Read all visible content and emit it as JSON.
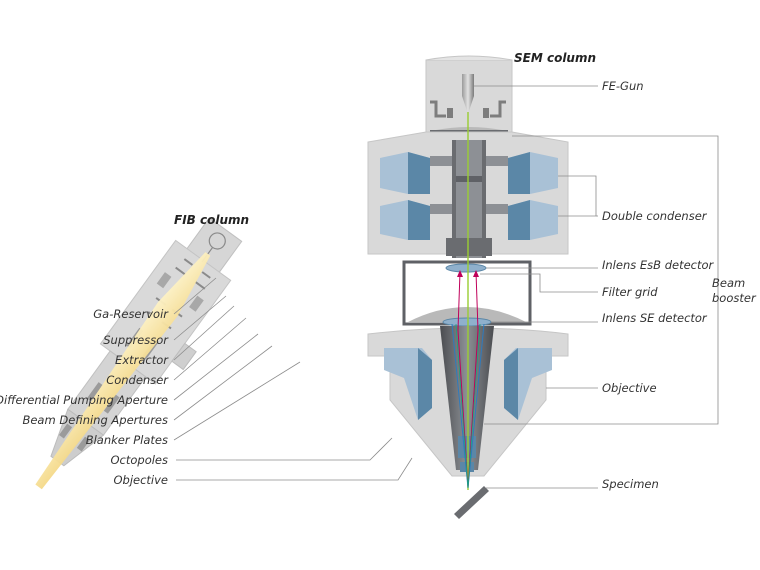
{
  "titles": {
    "sem": "SEM column",
    "fib": "FIB column"
  },
  "sem_labels": {
    "fe_gun": "FE-Gun",
    "double_condenser": "Double condenser",
    "inlens_esb": "Inlens EsB detector",
    "filter_grid": "Filter grid",
    "inlens_se": "Inlens SE detector",
    "objective": "Objective",
    "specimen": "Specimen",
    "beam_booster_1": "Beam",
    "beam_booster_2": "booster"
  },
  "fib_labels": {
    "ga_reservoir": "Ga-Reservoir",
    "suppressor": "Suppressor",
    "extractor": "Extractor",
    "condenser": "Condenser",
    "differential_pumping": "Differential Pumping Aperture",
    "beam_defining": "Beam Defining Apertures",
    "blanker": "Blanker Plates",
    "octopoles": "Octopoles",
    "objective": "Objective"
  },
  "colors": {
    "housing": "#d9d9d9",
    "housing_dark": "#c6c6c6",
    "steel_dark": "#5f6166",
    "steel_mid": "#8a8d92",
    "lens_light": "#a9c1d6",
    "lens_dark": "#5b87a7",
    "ion_beam": "#f7e3a0",
    "electron_beam": "#9acd32",
    "detector_rays": "#c0005a",
    "leader": "#8c8c8c"
  }
}
